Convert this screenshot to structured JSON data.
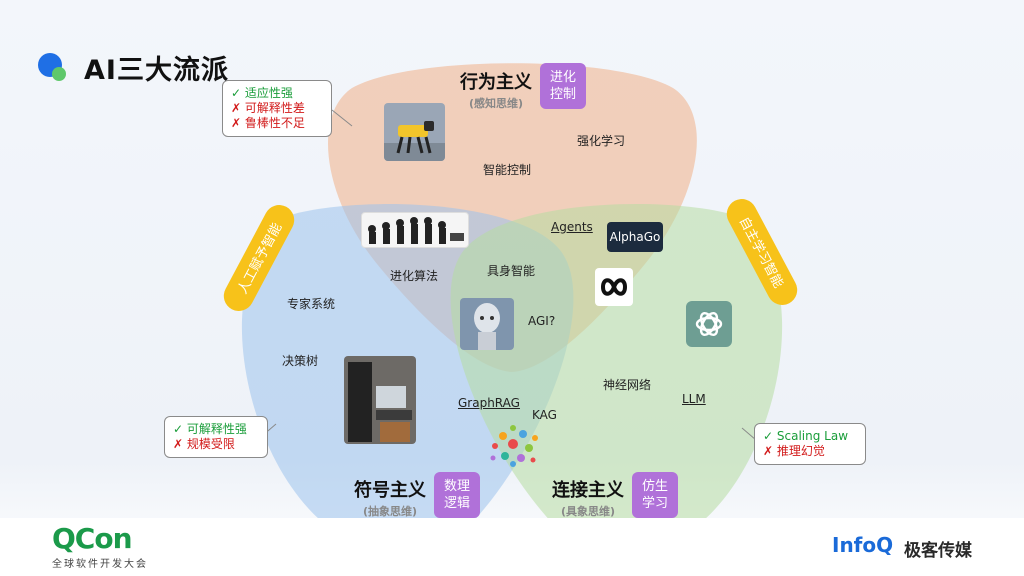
{
  "page": {
    "title": "AI三大流派"
  },
  "schools": {
    "behavior": {
      "name": "行为主义",
      "sub": "(感知思维)",
      "tag": [
        "进化",
        "控制"
      ]
    },
    "symbolic": {
      "name": "符号主义",
      "sub": "(抽象思维)",
      "tag": [
        "数理",
        "逻辑"
      ]
    },
    "connection": {
      "name": "连接主义",
      "sub": "(具象思维)",
      "tag": [
        "仿生",
        "学习"
      ]
    }
  },
  "labels": {
    "rl": "强化学习",
    "smart_control": "智能控制",
    "agents": "Agents",
    "evolution": "进化算法",
    "embodied": "具身智能",
    "agi": "AGI?",
    "expert": "专家系统",
    "tree": "决策树",
    "neural": "神经网络",
    "llm": "LLM",
    "graphrag": "GraphRAG",
    "kag": "KAG",
    "alphago": "AlphaGo"
  },
  "ribbons": {
    "left": "人工赋予智能",
    "right": "自主学习智能"
  },
  "callouts": {
    "behavior": [
      {
        "mark": "✓",
        "text": "适应性强",
        "kind": "ok"
      },
      {
        "mark": "✗",
        "text": "可解释性差",
        "kind": "bad"
      },
      {
        "mark": "✗",
        "text": "鲁棒性不足",
        "kind": "bad"
      }
    ],
    "symbolic": [
      {
        "mark": "✓",
        "text": "可解释性强",
        "kind": "ok"
      },
      {
        "mark": "✗",
        "text": "规模受限",
        "kind": "bad"
      }
    ],
    "connection": [
      {
        "mark": "✓",
        "text": "Scaling Law",
        "kind": "ok"
      },
      {
        "mark": "✗",
        "text": "推理幻觉",
        "kind": "bad"
      }
    ]
  },
  "footer": {
    "brand": "QCon",
    "brand_sub": "全球软件开发大会",
    "infoq": "InfoQ",
    "jike": "极客传媒"
  },
  "colors": {
    "behavior": "#f0b894",
    "symbolic": "#9cc3ec",
    "connection": "#b6dca2",
    "tag": "#b071d9",
    "ribbon": "#f7c21a",
    "ok": "#1a9d3a",
    "bad": "#d21a1a"
  }
}
